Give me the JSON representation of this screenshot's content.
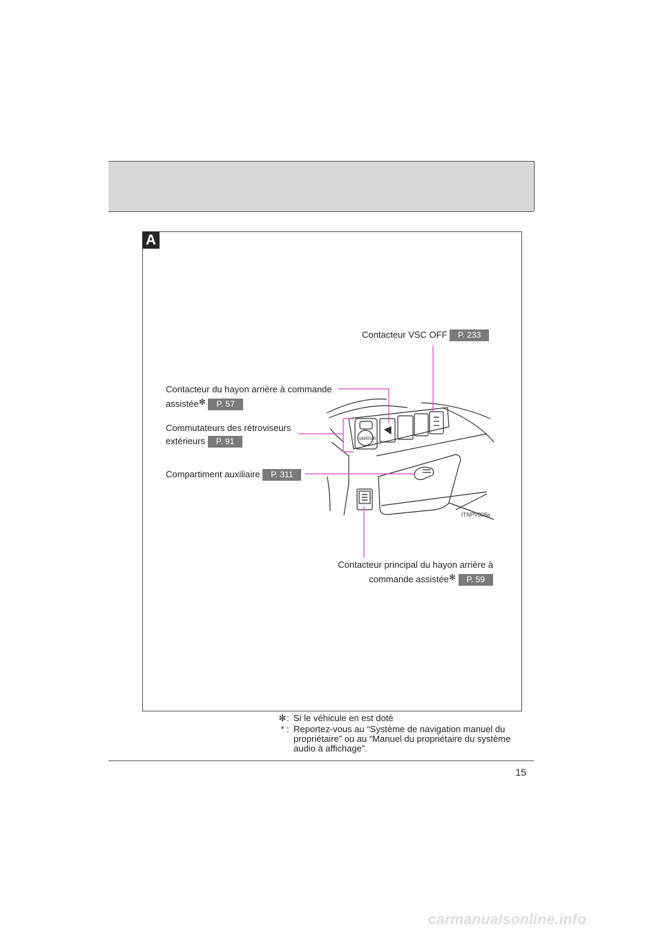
{
  "section": {
    "letter": "A"
  },
  "callouts": {
    "vsc_off": {
      "label": "Contacteur VSC OFF",
      "page": "P. 233"
    },
    "power_liftgate": {
      "label_line1": "Contacteur du hayon arrière à commande",
      "label_line2": "assistée",
      "star": "✻",
      "page": "P. 57"
    },
    "mirrors": {
      "label_line1": "Commutateurs des rétroviseurs",
      "label_line2": "extérieurs",
      "page": "P. 91"
    },
    "aux_box": {
      "label": "Compartiment auxiliaire",
      "page": "P. 311"
    },
    "main_liftgate": {
      "label_line1": "Contacteur principal du hayon arrière à",
      "label_line2": "commande assistée",
      "star": "✻",
      "page": "P. 59"
    }
  },
  "illustration": {
    "code": "ITNPV008a",
    "mirror_label": "MIRROR",
    "icon_names": [
      "liftgate-icon",
      "vsc-off-icon",
      "mirror-select-icon"
    ]
  },
  "footnotes": [
    {
      "symbol": "✻",
      "colon": ":",
      "text": "Si le véhicule en est doté"
    },
    {
      "symbol": "*",
      "colon": ":",
      "text": "Reportez-vous au “Système de navigation manuel du propriétaire” ou au “Manuel du propriétaire du système audio à affichage”."
    }
  ],
  "page_number": "15",
  "watermark": "carmanualsonline.info",
  "colors": {
    "leader": "#e040c0",
    "pill": "#7a7a7a",
    "header_band": "#d8d8d8",
    "tab": "#262626"
  }
}
